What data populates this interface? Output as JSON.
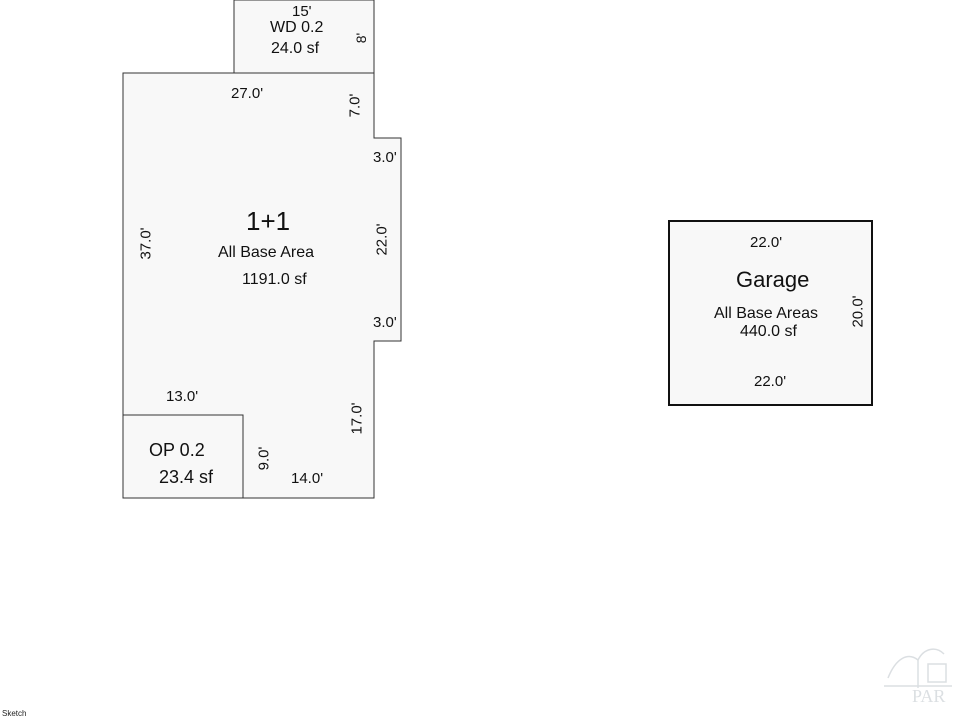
{
  "main_house": {
    "name": "1+1",
    "type": "All Base Area",
    "area": "1191.0 sf",
    "dims": {
      "top": "27.0'",
      "left": "37.0'",
      "notch_top": "7.0'",
      "bump_top": "3.0'",
      "bump_side": "22.0'",
      "bump_bottom": "3.0'",
      "lower_right": "17.0'",
      "inner_step": "13.0'",
      "porch_side": "9.0'",
      "bottom": "14.0'"
    }
  },
  "deck": {
    "width": "15'",
    "name": "WD 0.2",
    "area": "24.0 sf",
    "depth": "8'"
  },
  "porch": {
    "name": "OP 0.2",
    "area": "23.4 sf"
  },
  "garage": {
    "name": "Garage",
    "type": "All Base Areas",
    "area": "440.0 sf",
    "top": "22.0'",
    "bottom": "22.0'",
    "side": "20.0'"
  },
  "footer": {
    "label": "Sketch"
  },
  "colors": {
    "outline": "#333333",
    "fill": "#f8f8f8",
    "watermark": "#9aa4ad"
  },
  "icons": [
    "watermark-logo-icon"
  ]
}
